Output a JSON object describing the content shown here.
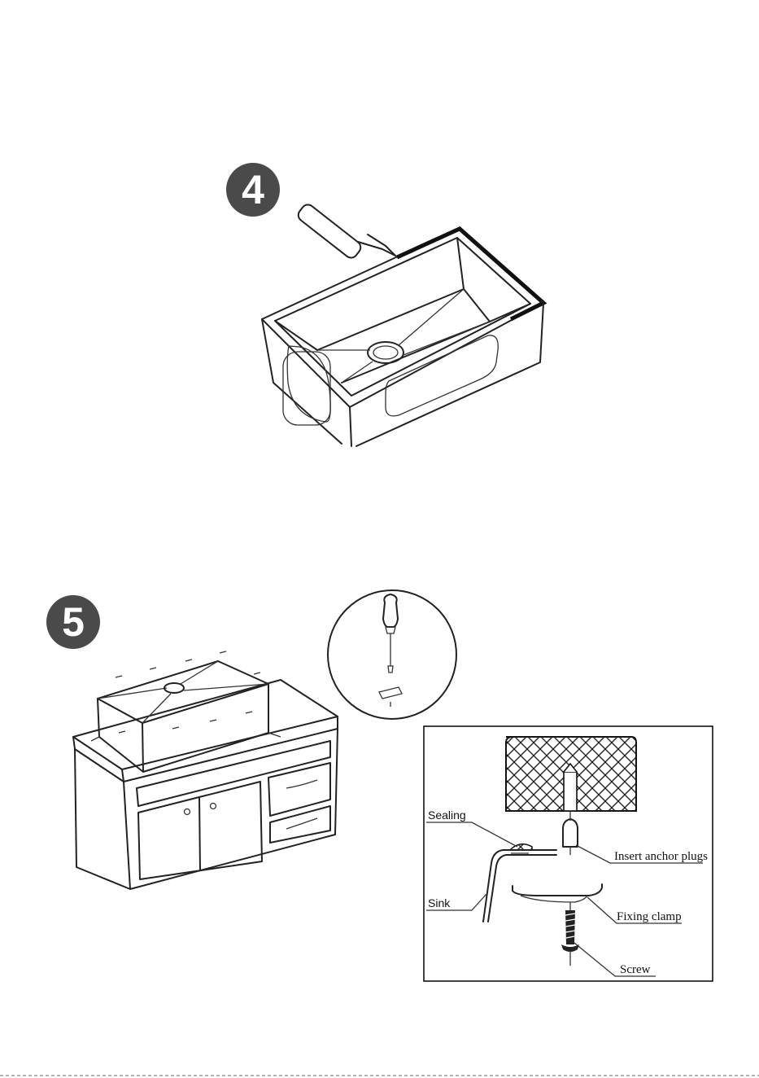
{
  "steps": {
    "step4": {
      "number": "4"
    },
    "step5": {
      "number": "5"
    }
  },
  "detail_labels": {
    "sealing": "Sealing",
    "sink": "Sink",
    "anchor": "Insert anchor plugs",
    "clamp": "Fixing clamp",
    "screw": "Screw"
  }
}
